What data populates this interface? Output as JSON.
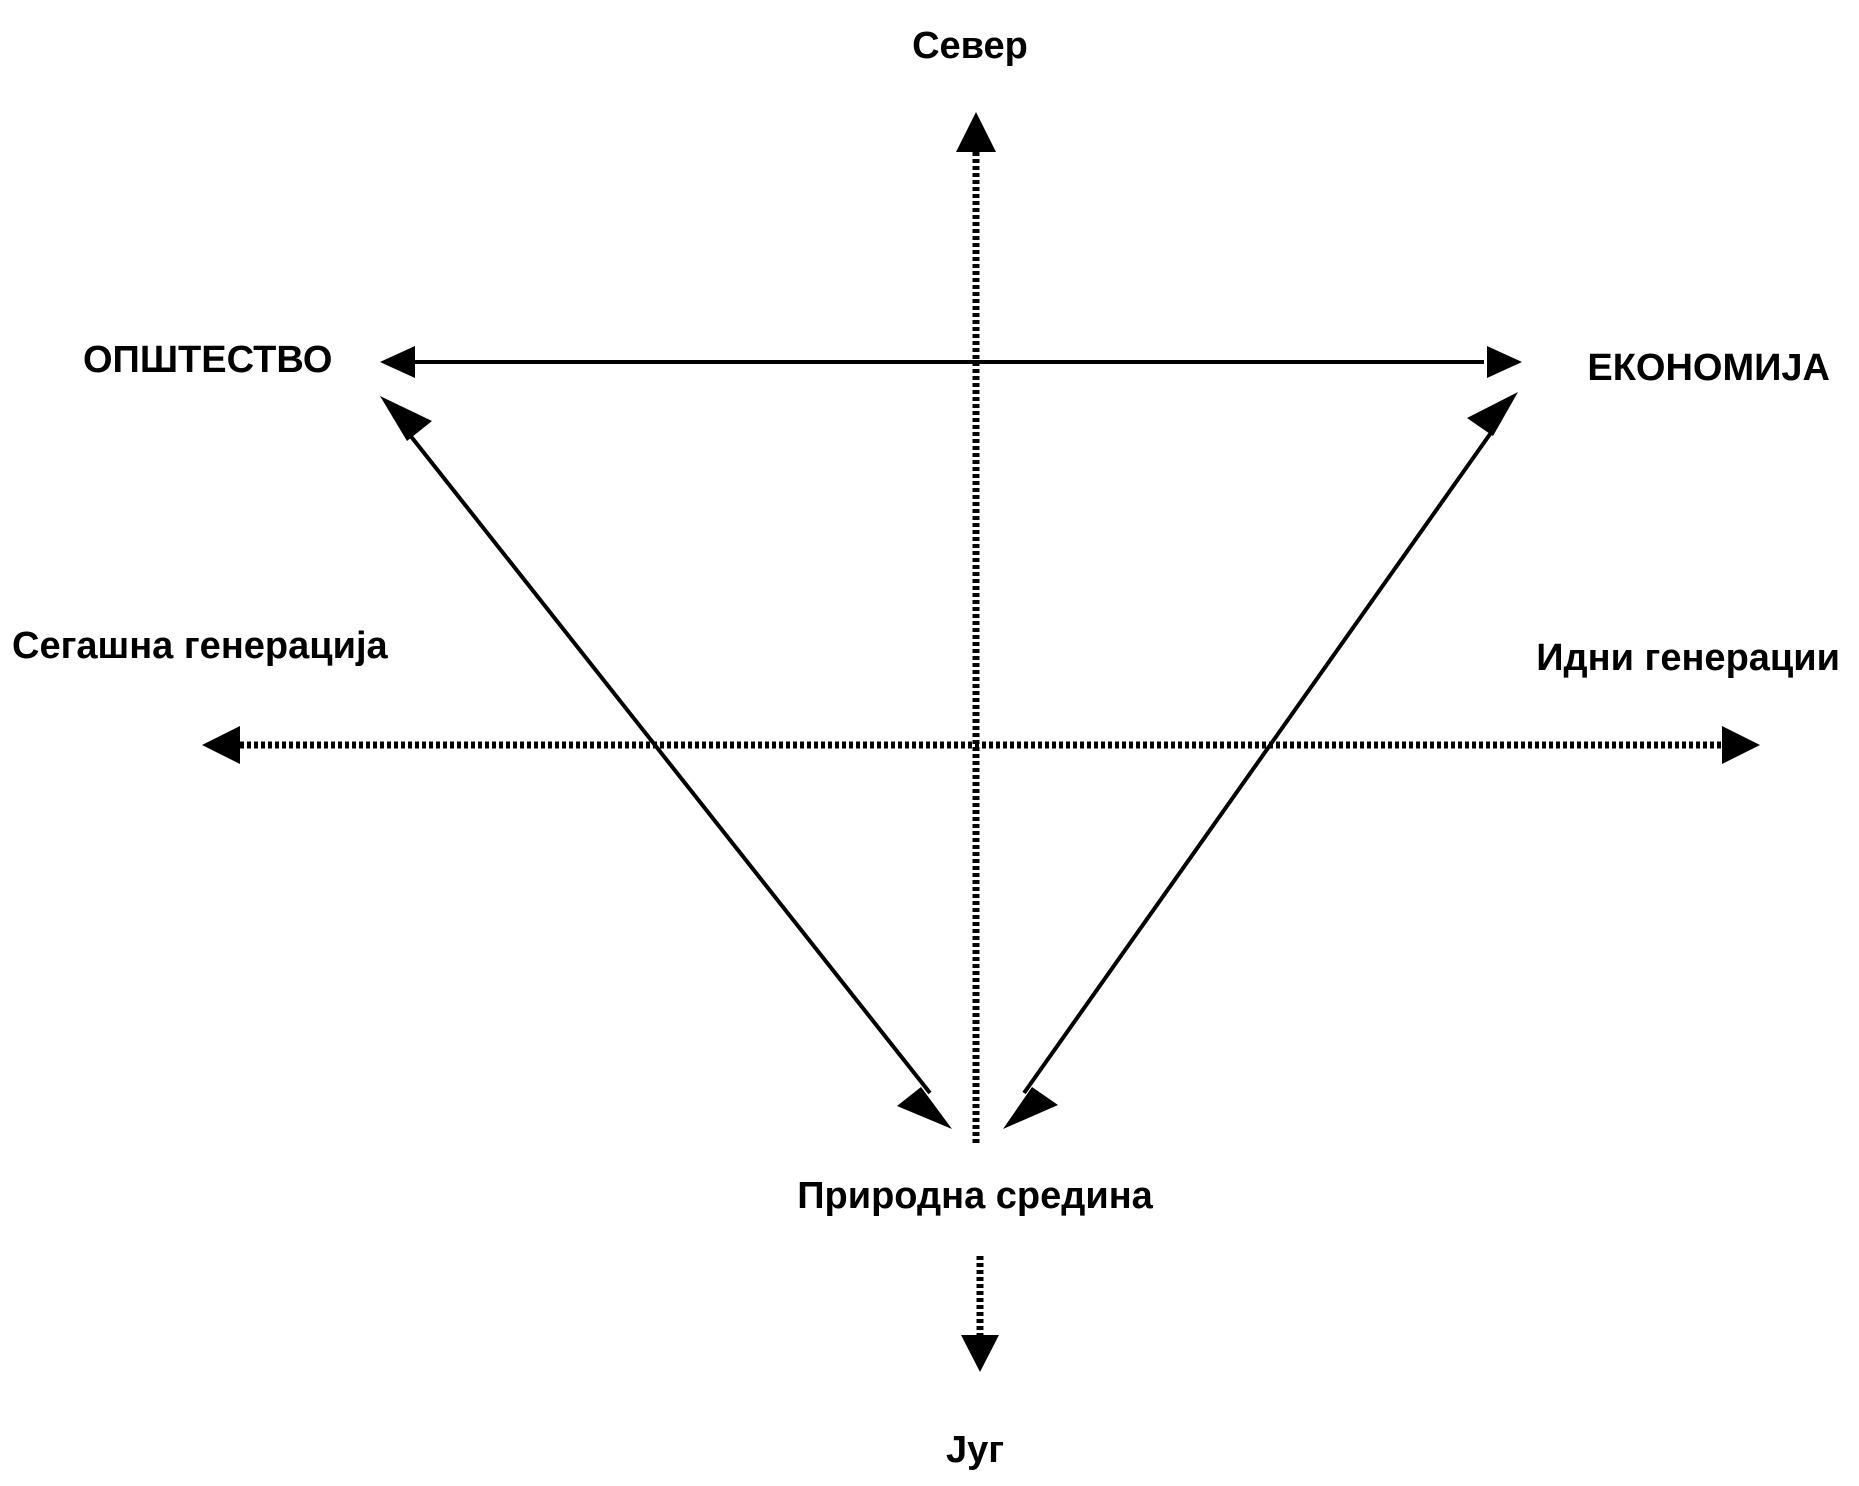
{
  "labels": {
    "north": "Север",
    "south": "Југ",
    "society": "ОПШТЕСТВО",
    "economy": "ЕКОНОМИЈА",
    "present_generation": "Сегашна генерација",
    "future_generations": "Идни генерации",
    "environment": "Природна средина"
  },
  "colors": {
    "background": "#ffffff",
    "lines": "#000000",
    "text": "#000000"
  }
}
